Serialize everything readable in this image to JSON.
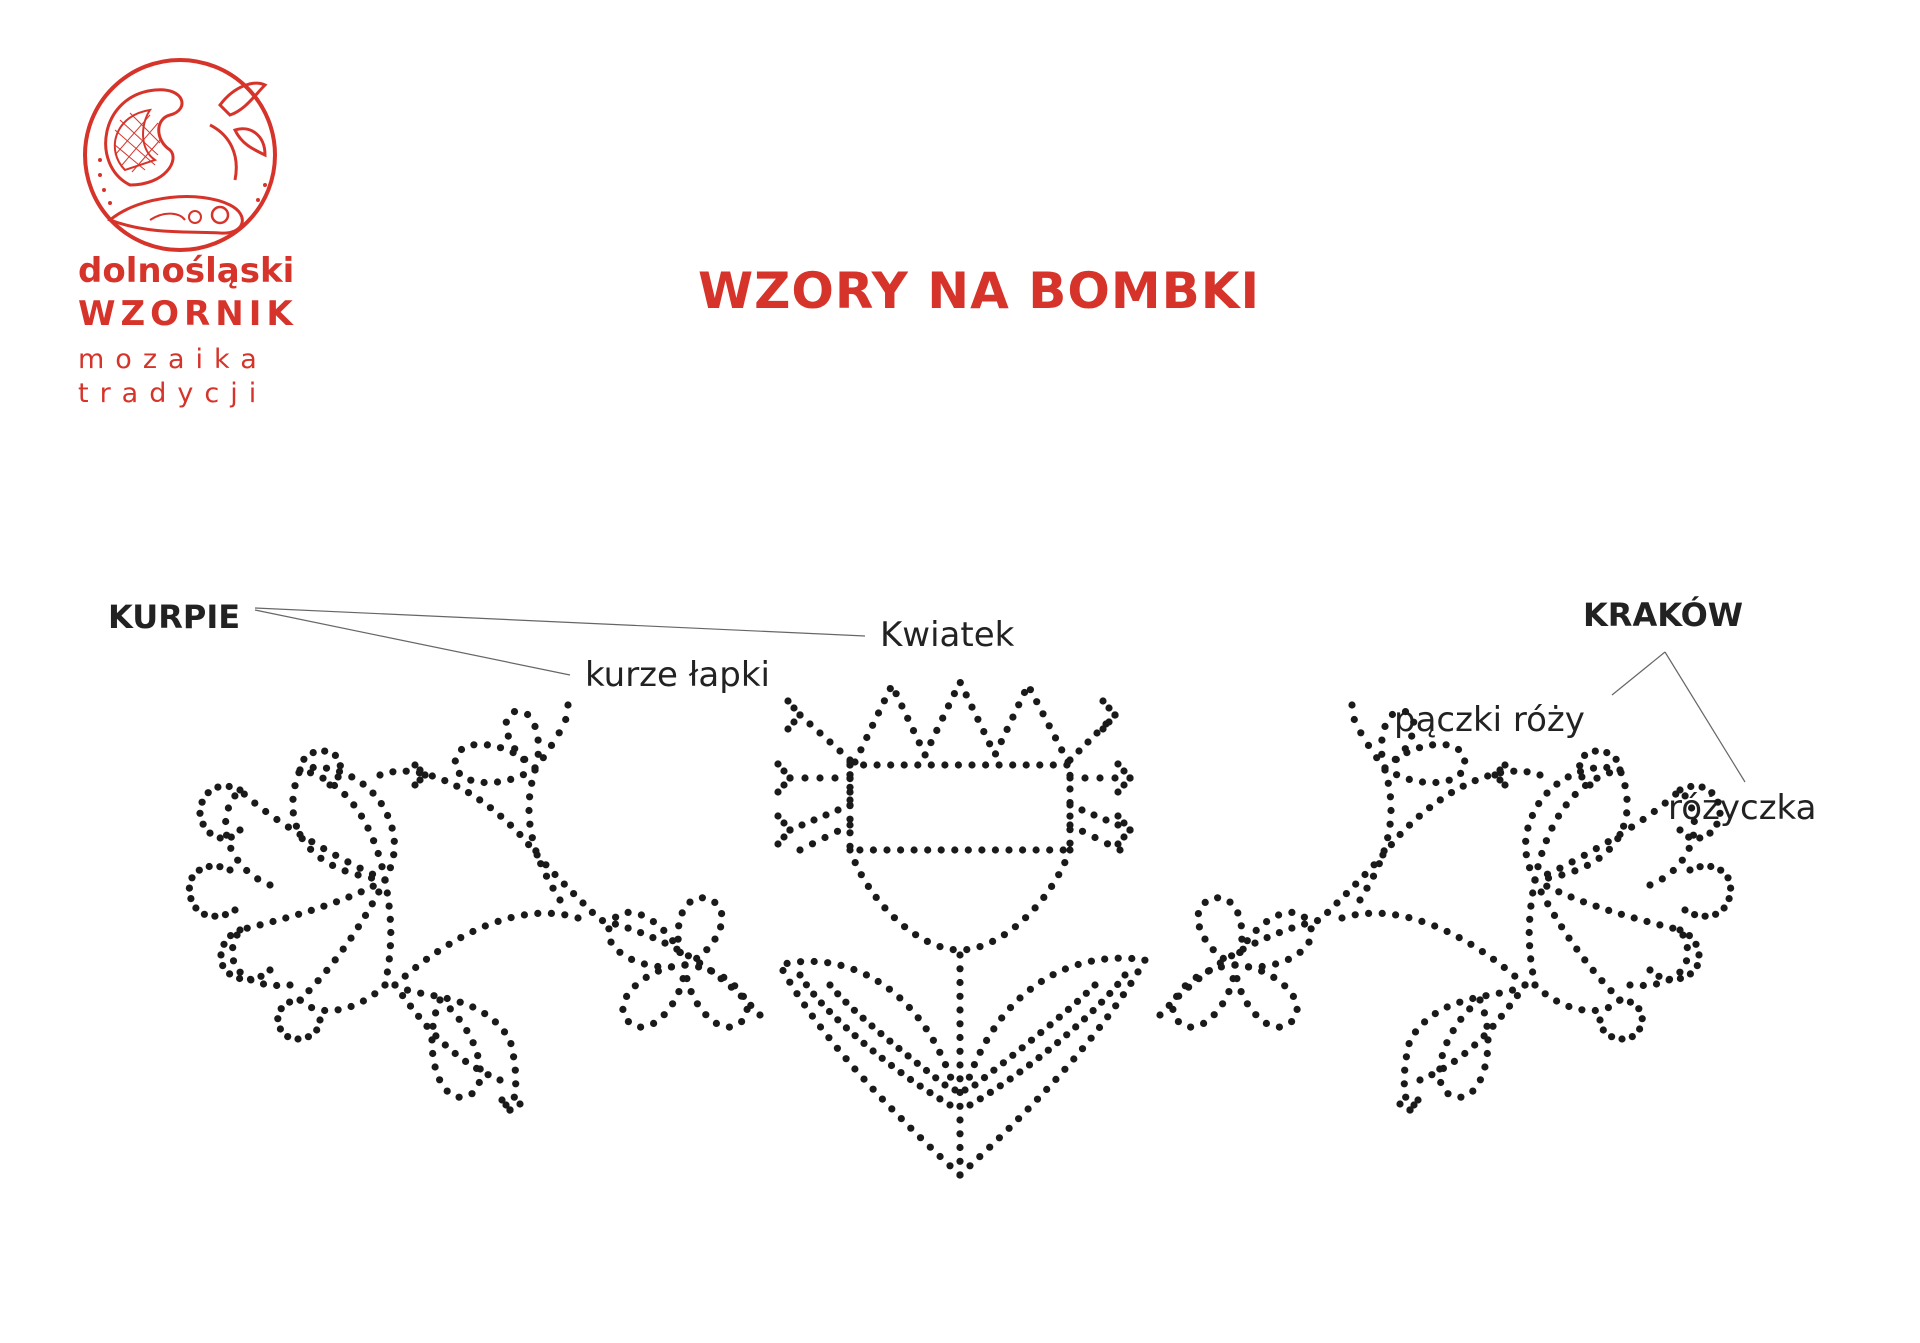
{
  "header": {
    "title": "WZORY NA BOMBKI"
  },
  "brand": {
    "line1": "dolnośląski",
    "line2": "WZORNIK",
    "line3": "mozaika",
    "line4": "tradycji",
    "color": "#d6342a"
  },
  "regions": {
    "left": "KURPIE",
    "right": "KRAKÓW"
  },
  "labels": {
    "kwiatek": "Kwiatek",
    "kurze_lapki": "kurze łapki",
    "paczki_rozy": "pączki róży",
    "rozyczka": "różyczka"
  },
  "icons": {
    "logo": "folk-ornament-circle-logo"
  }
}
